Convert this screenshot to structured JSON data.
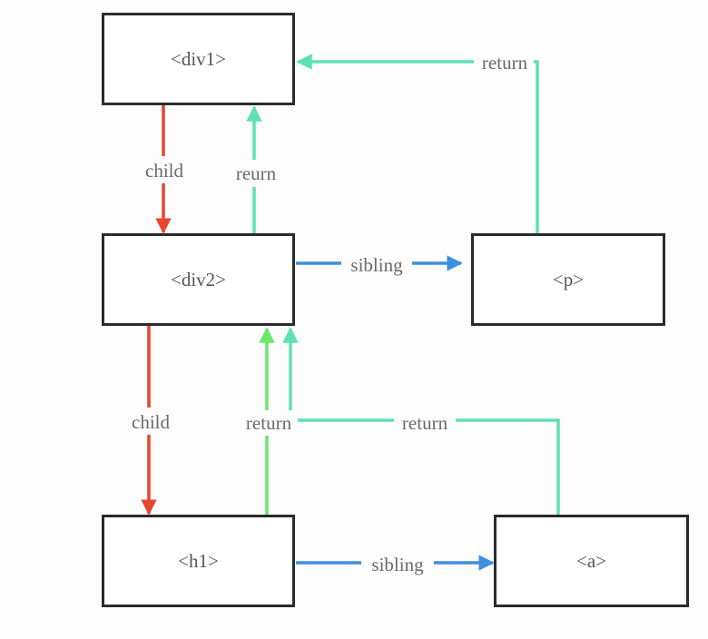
{
  "nodes": {
    "div1": "<div1>",
    "div2": "<div2>",
    "p": "<p>",
    "h1": "<h1>",
    "a": "<a>"
  },
  "edges": {
    "div1_div2_child": "child",
    "div2_div1_return": "reurn",
    "p_div1_return": "return",
    "div2_p_sibling": "sibling",
    "div2_h1_child": "child",
    "h1_div2_return": "return",
    "a_div2_return": "return",
    "h1_a_sibling": "sibling"
  },
  "colors": {
    "child": "#e8452f",
    "return_teal": "#5fe0b4",
    "return_green": "#6ee66e",
    "sibling": "#3d8fe0",
    "node_border": "#2b2b2b",
    "text": "#555555"
  }
}
